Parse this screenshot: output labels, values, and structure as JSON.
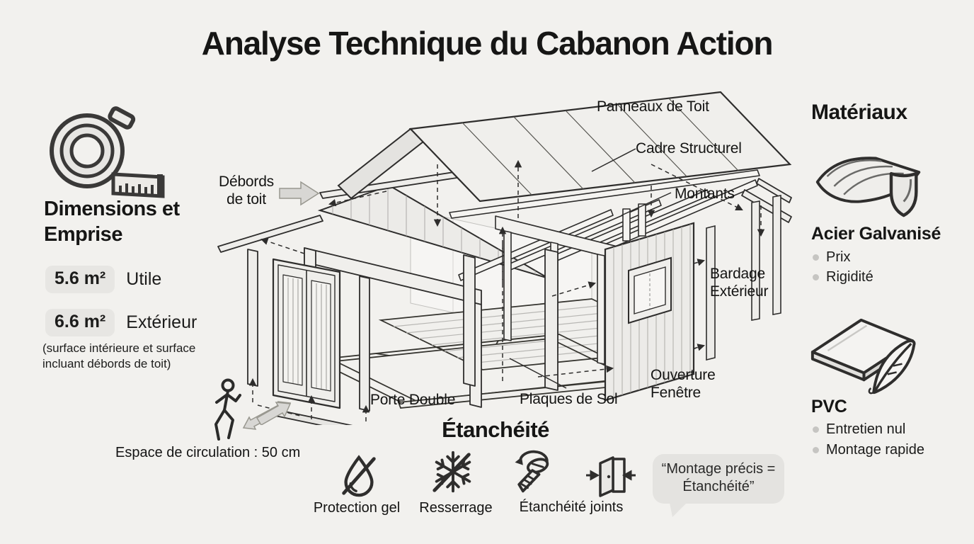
{
  "title": "Analyse Technique du Cabanon Action",
  "colors": {
    "background": "#f2f1ee",
    "ink": "#1a1a19",
    "badge_bg": "#e7e6e3",
    "bubble_bg": "#e4e3e0",
    "arrow_gray": "#d8d7d4",
    "bullet_gray": "#c6c5c2"
  },
  "dimensions": {
    "heading": "Dimensions et Emprise",
    "areas": [
      {
        "value": "5.6 m²",
        "label": "Utile"
      },
      {
        "value": "6.6 m²",
        "label": "Extérieur"
      }
    ],
    "note": "(surface intérieure et surface incluant débords de toit)",
    "circulation": "Espace de circulation : 50 cm"
  },
  "diagram": {
    "labels": {
      "roof_panels": "Panneaux de Toit",
      "structural_frame": "Cadre Structurel",
      "studs": "Montants",
      "roof_overhang": "Débords de toit",
      "exterior_cladding": "Bardage Extérieur",
      "window_opening": "Ouverture Fenêtre",
      "double_door": "Porte Double",
      "floor_plates": "Plaques de Sol"
    }
  },
  "sealing": {
    "heading": "Étanchéité",
    "items": [
      {
        "icon": "droplet-slash-icon",
        "label": "Protection gel"
      },
      {
        "icon": "snowflake-slash-icon",
        "label": "Resserrage"
      },
      {
        "icon": "screw-seal-icon",
        "label": "Étanchéité joints"
      },
      {
        "icon": "door-fit-icon",
        "label": ""
      }
    ],
    "quote": "“Montage précis = Étanchéité”"
  },
  "materials": {
    "heading": "Matériaux",
    "items": [
      {
        "icon": "corrugated-steel-shield-icon",
        "name": "Acier Galvanisé",
        "bullets": [
          "Prix",
          "Rigidité"
        ]
      },
      {
        "icon": "pvc-panel-feather-icon",
        "name": "PVC",
        "bullets": [
          "Entretien nul",
          "Montage rapide"
        ]
      }
    ]
  }
}
